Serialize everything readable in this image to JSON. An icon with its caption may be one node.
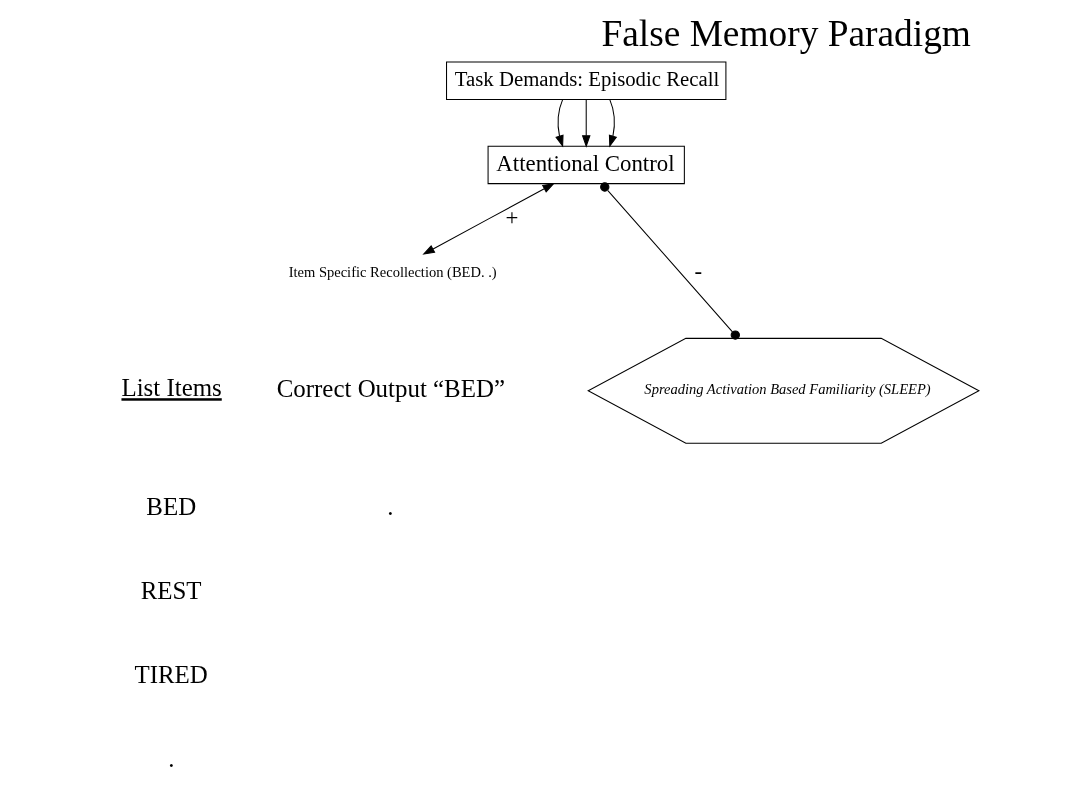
{
  "diagram": {
    "title": "False Memory Paradigm",
    "nodes": [
      {
        "text": [
          "Task Demands: Episodic Recall"
        ]
      },
      {
        "text": [
          "Attentional Control"
        ]
      },
      {
        "text": [
          "Item Specific Recollection (BED. .)"
        ]
      },
      {
        "text": [
          "Spreading Activation Based Familiarity (SLEEP)"
        ]
      }
    ],
    "edges": [
      {
        "from": 0,
        "to": 1,
        "arrow": "to"
      },
      {
        "from": 0,
        "to": 1,
        "arrow": "to"
      },
      {
        "from": 0,
        "to": 1,
        "arrow": "to"
      },
      {
        "from": 1,
        "to": 2,
        "arrow": "both",
        "label": "+"
      },
      {
        "from": 1,
        "to": 3,
        "arrow": "other",
        "label": "-"
      }
    ],
    "labels": [
      "List Items",
      "BED",
      "REST",
      "TIRED",
      ".",
      "Correct Output “BED”",
      "."
    ]
  }
}
